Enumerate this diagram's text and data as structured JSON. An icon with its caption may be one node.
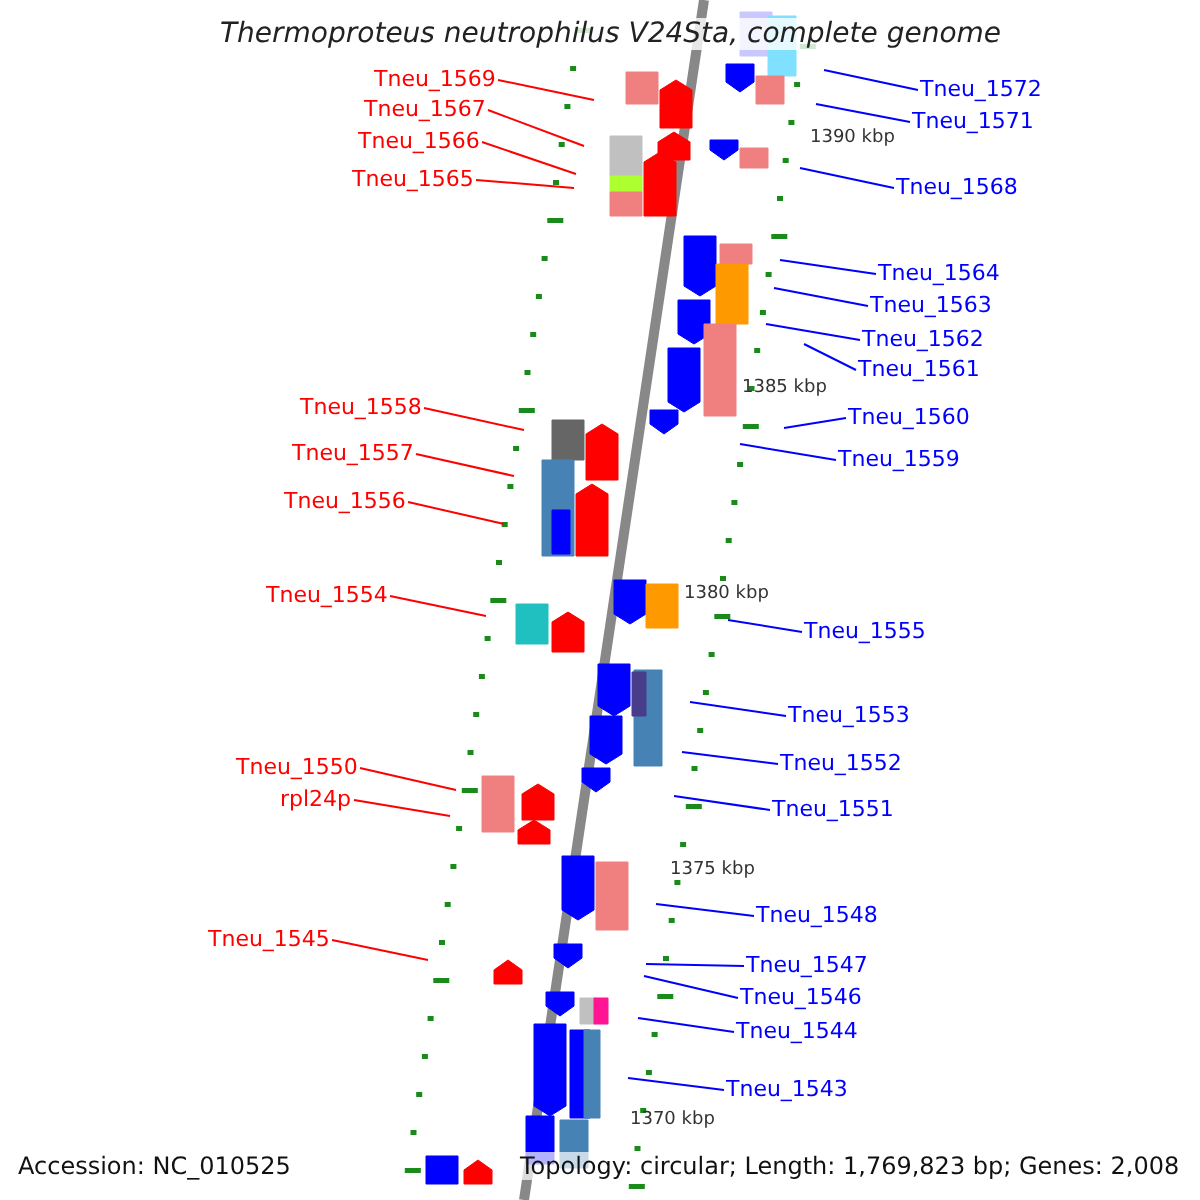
{
  "diagram": {
    "title": "Thermoproteus neutrophilus V24Sta, complete genome",
    "nodes": [
      {
        "text": [
          "Tneu_1569"
        ]
      },
      {
        "text": [
          "Tneu_1572"
        ]
      },
      {
        "text": [
          "Tneu_1567"
        ]
      },
      {
        "text": [
          "Tneu_1571"
        ]
      },
      {
        "text": [
          "Tneu_1566"
        ]
      },
      {
        "text": [
          "Tneu_1565"
        ]
      },
      {
        "text": [
          "Tneu_1568"
        ]
      },
      {
        "text": [
          "Tneu_1564"
        ]
      },
      {
        "text": [
          "Tneu_1563"
        ]
      },
      {
        "text": [
          "Tneu_1562"
        ]
      },
      {
        "text": [
          "Tneu_1561"
        ]
      },
      {
        "text": [
          "Tneu_1558"
        ]
      },
      {
        "text": [
          "Tneu_1560"
        ]
      },
      {
        "text": [
          "Tneu_1557"
        ]
      },
      {
        "text": [
          "Tneu_1559"
        ]
      },
      {
        "text": [
          "Tneu_1556"
        ]
      },
      {
        "text": [
          "Tneu_1554"
        ]
      },
      {
        "text": [
          "Tneu_1555"
        ]
      },
      {
        "text": [
          "Tneu_1553"
        ]
      },
      {
        "text": [
          "Tneu_1550"
        ]
      },
      {
        "text": [
          "Tneu_1552"
        ]
      },
      {
        "text": [
          "rpl24p"
        ]
      },
      {
        "text": [
          "Tneu_1551"
        ]
      },
      {
        "text": [
          "Tneu_1548"
        ]
      },
      {
        "text": [
          "Tneu_1545"
        ]
      },
      {
        "text": [
          "Tneu_1547"
        ]
      },
      {
        "text": [
          "Tneu_1546"
        ]
      },
      {
        "text": [
          "Tneu_1544"
        ]
      },
      {
        "text": [
          "Tneu_1543"
        ]
      }
    ],
    "edges": [
      {
        "from": 0,
        "to": null,
        "arrow": "none",
        "color": "#ff0000"
      },
      {
        "from": 1,
        "to": null,
        "arrow": "none"
      },
      {
        "from": 2,
        "to": null,
        "arrow": "none",
        "color": "#ff0000"
      },
      {
        "from": 3,
        "to": null,
        "arrow": "none"
      },
      {
        "from": 4,
        "to": null,
        "arrow": "none",
        "color": "#ff0000"
      },
      {
        "from": 5,
        "to": null,
        "arrow": "none",
        "color": "#ff0000"
      },
      {
        "from": 6,
        "to": null,
        "arrow": "none"
      },
      {
        "from": 7,
        "to": null,
        "arrow": "none"
      },
      {
        "from": 8,
        "to": null,
        "arrow": "none"
      },
      {
        "from": 9,
        "to": null,
        "arrow": "none"
      },
      {
        "from": 10,
        "to": null,
        "arrow": "none"
      },
      {
        "from": 11,
        "to": null,
        "arrow": "none",
        "color": "#ff0000"
      },
      {
        "from": 12,
        "to": null,
        "arrow": "none"
      },
      {
        "from": 13,
        "to": null,
        "arrow": "none",
        "color": "#ff0000"
      },
      {
        "from": 14,
        "to": null,
        "arrow": "none"
      },
      {
        "from": 15,
        "to": null,
        "arrow": "none",
        "color": "#ff0000"
      },
      {
        "from": 16,
        "to": null,
        "arrow": "none",
        "color": "#ff0000"
      },
      {
        "from": 17,
        "to": null,
        "arrow": "none"
      },
      {
        "from": 18,
        "to": null,
        "arrow": "none"
      },
      {
        "from": 19,
        "to": null,
        "arrow": "none",
        "color": "#ff0000"
      },
      {
        "from": 20,
        "to": null,
        "arrow": "none"
      },
      {
        "from": 21,
        "to": null,
        "arrow": "none",
        "color": "#ff0000"
      },
      {
        "from": 22,
        "to": null,
        "arrow": "none"
      },
      {
        "from": 23,
        "to": null,
        "arrow": "none"
      },
      {
        "from": 24,
        "to": null,
        "arrow": "none",
        "color": "#ff0000"
      },
      {
        "from": 25,
        "to": null,
        "arrow": "none"
      },
      {
        "from": 26,
        "to": null,
        "arrow": "none"
      },
      {
        "from": 27,
        "to": null,
        "arrow": "none"
      },
      {
        "from": 28,
        "to": null,
        "arrow": "none"
      }
    ],
    "labels": [
      "1390 kbp",
      "1385 kbp",
      "1380 kbp",
      "1375 kbp",
      "1370 kbp",
      "Accession: NC_010525",
      "Topology: circular; Length: 1,769,823 bp; Genes: 2,008"
    ]
  }
}
